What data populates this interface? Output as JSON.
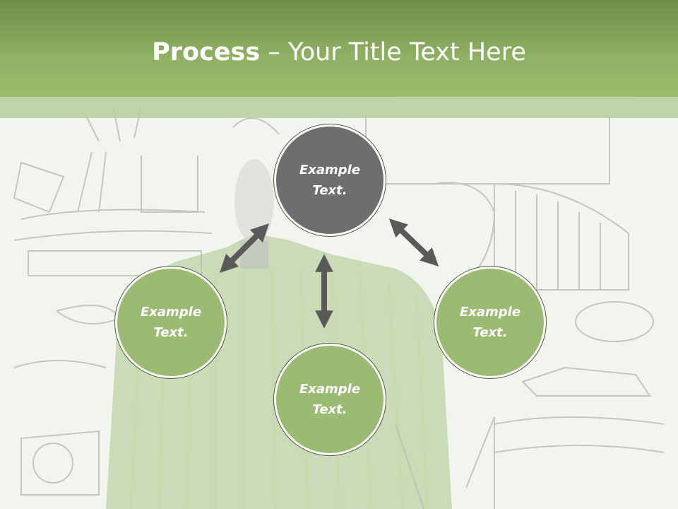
{
  "title": {
    "bold": "Process",
    "rest": " – Your Title Text Here"
  },
  "nodes": {
    "top": "Example Text.",
    "left": "Example Text.",
    "right": "Example Text.",
    "bottom": "Example Text."
  },
  "colors": {
    "header": "#8fb163",
    "node_green": "#9cbb72",
    "node_center": "#6e6e6e",
    "arrow": "#5a5a5a"
  }
}
